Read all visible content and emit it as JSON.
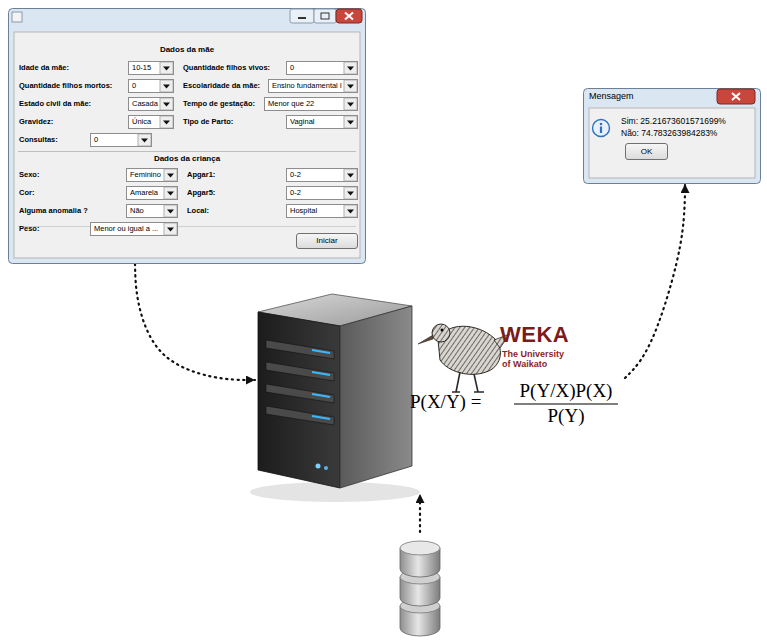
{
  "diagram": {
    "nodes": [
      {
        "text": [
          "Dados da mãe",
          "Dados da criança"
        ]
      },
      {
        "text": [
          "Idade da mãe:",
          "10-15"
        ],
        "in": 0
      },
      {
        "text": [
          "Quantidade filhos vivos:",
          "0"
        ],
        "in": 0
      },
      {
        "text": [
          "Quantidade filhos mortos:",
          "0"
        ],
        "in": 0
      },
      {
        "text": [
          "Escolaridade da mãe:",
          "Ensino fundamental I"
        ],
        "in": 0
      },
      {
        "text": [
          "Estado civil da mãe:",
          "Casada"
        ],
        "in": 0
      },
      {
        "text": [
          "Tempo de gestação:",
          "Menor que 22"
        ],
        "in": 0
      },
      {
        "text": [
          "Gravidez:",
          "Única"
        ],
        "in": 0
      },
      {
        "text": [
          "Tipo de Parto:",
          "Vaginal"
        ],
        "in": 0
      },
      {
        "text": [
          "Consultas:",
          "0"
        ],
        "in": 0
      },
      {
        "text": [
          "Sexo:",
          "Feminino"
        ],
        "in": 0
      },
      {
        "text": [
          "Apgar1:",
          "0-2"
        ],
        "in": 0
      },
      {
        "text": [
          "Cor:",
          "Amarela"
        ],
        "in": 0
      },
      {
        "text": [
          "Apgar5:",
          "0-2"
        ],
        "in": 0
      },
      {
        "text": [
          "Alguma anomalia ?",
          "Não"
        ],
        "in": 0
      },
      {
        "text": [
          "Local:",
          "Hospital"
        ],
        "in": 0
      },
      {
        "text": [
          "Peso:",
          "Menor ou igual a ..."
        ],
        "in": 0
      },
      {
        "text": [
          "Iniciar"
        ],
        "in": 0
      },
      {
        "text": [
          "Mensagem",
          "Sim: 25.21673601571699%",
          "Não: 74.783263984283%"
        ]
      },
      {
        "text": [
          "OK"
        ],
        "in": 18
      },
      {
        "text": [
          "WEKA",
          "The University of Waikato"
        ]
      }
    ],
    "edges": [
      {
        "from": 0,
        "to": 20,
        "arrow": "to"
      },
      {
        "from": 20,
        "to": 18,
        "arrow": "to"
      }
    ],
    "labels": [
      "P(X/Y) =",
      "P(Y/X)P(X)",
      "P(Y)"
    ]
  }
}
